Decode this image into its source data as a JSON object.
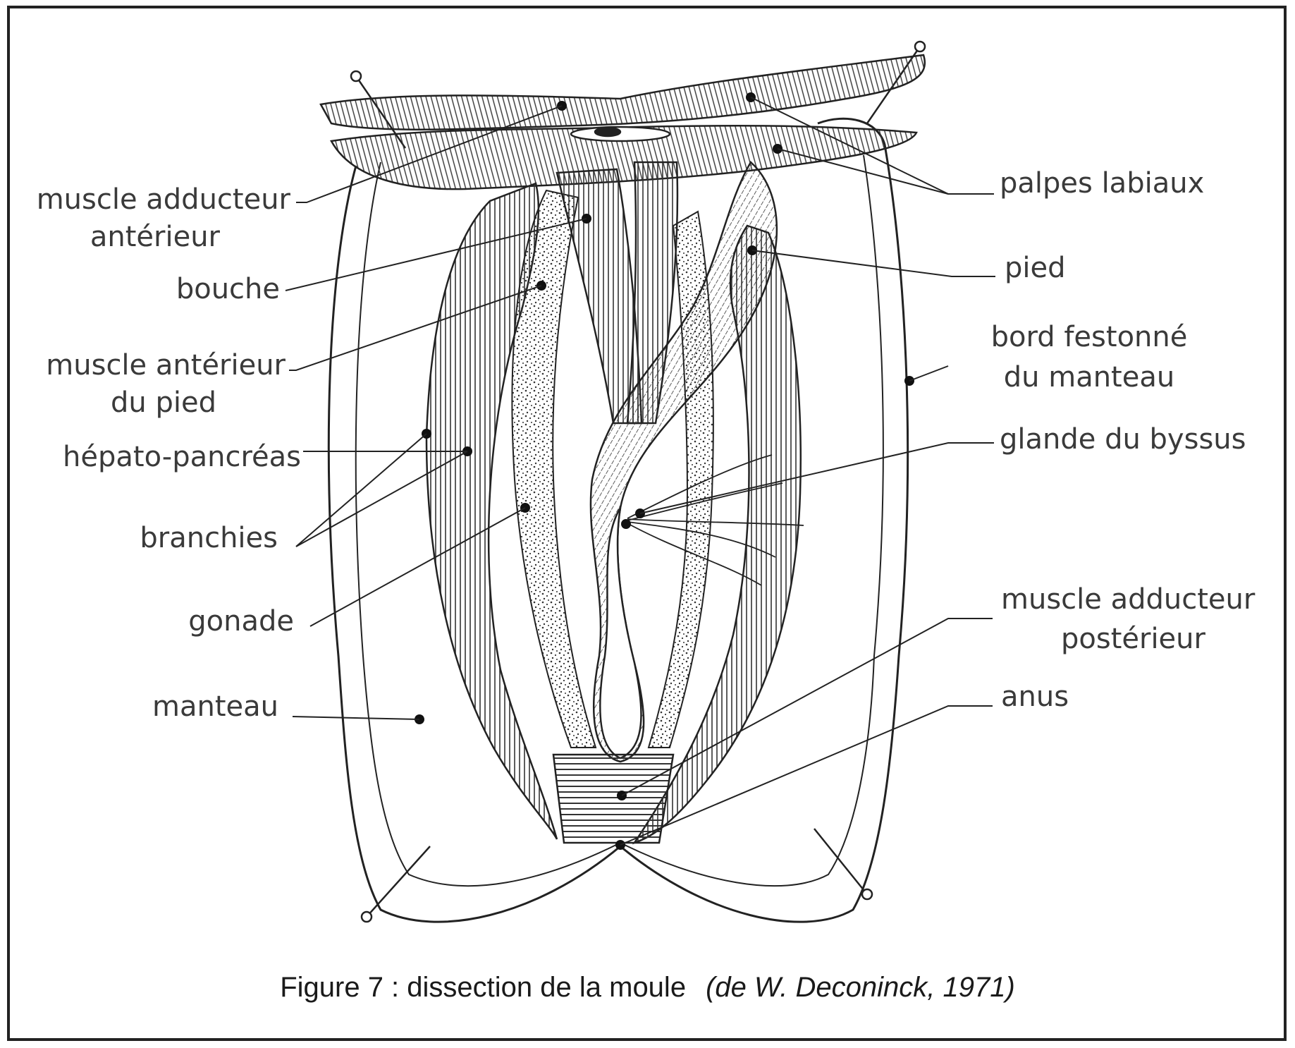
{
  "labels": {
    "muscle_adducteur_anterieur_1": "muscle adducteur",
    "muscle_adducteur_anterieur_2": "antérieur",
    "bouche": "bouche",
    "muscle_anterieur_pied_1": "muscle antérieur",
    "muscle_anterieur_pied_2": "du pied",
    "hepato_pancreas": "hépato-pancréas",
    "branchies": "branchies",
    "gonade": "gonade",
    "manteau": "manteau",
    "palpes_labiaux": "palpes labiaux",
    "pied": "pied",
    "bord_festonne_1": "bord festonné",
    "bord_festonne_2": "du manteau",
    "glande_byssus": "glande du byssus",
    "muscle_adducteur_posterieur_1": "muscle adducteur",
    "muscle_adducteur_posterieur_2": "postérieur",
    "anus": "anus"
  },
  "caption": {
    "text": "Figure 7 : dissection de la moule",
    "source": "(de W. Deconinck, 1971)"
  }
}
